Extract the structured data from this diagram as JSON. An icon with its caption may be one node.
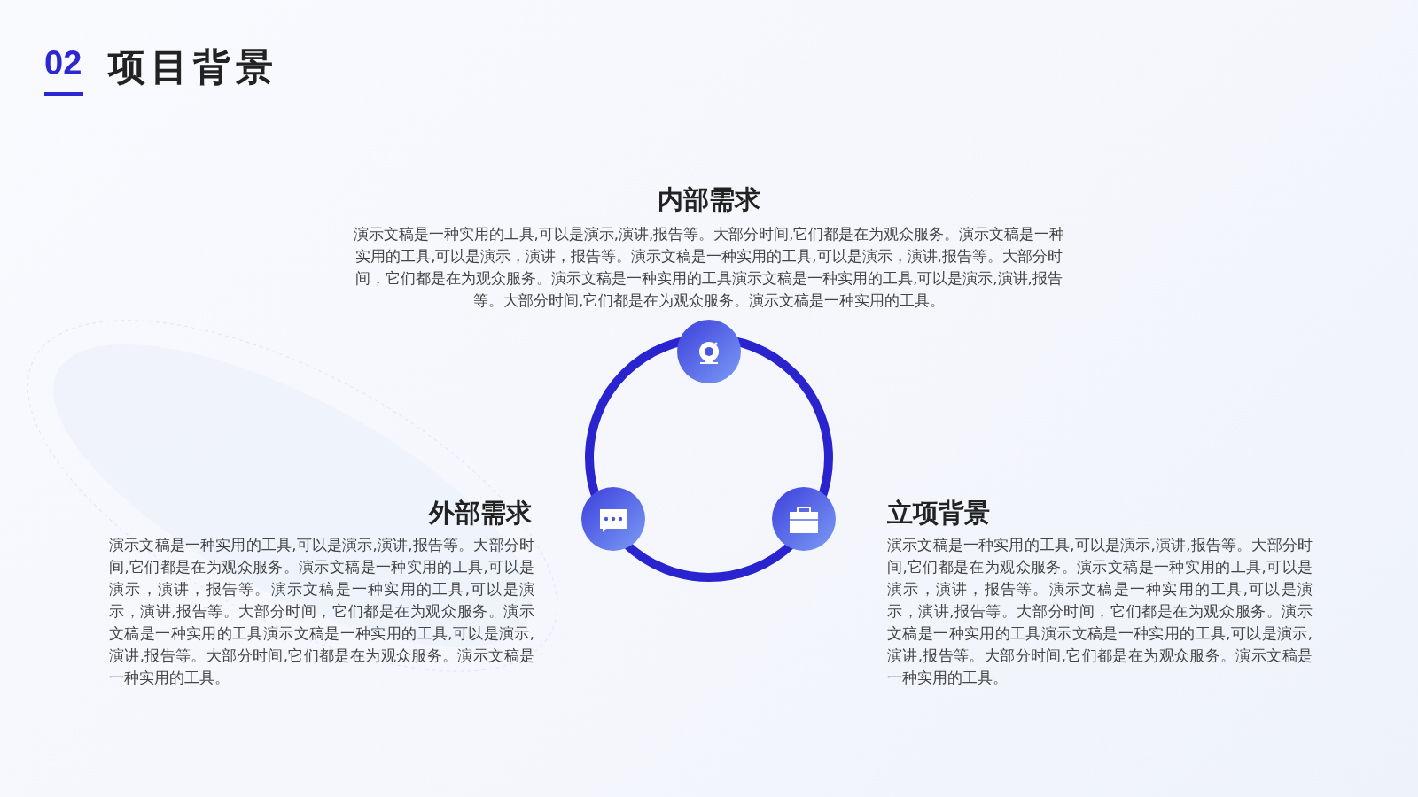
{
  "diagram": {
    "title": "项目背景",
    "labels": [
      "02",
      "内部需求",
      "演示文稿是一种实用的工具,可以是演示,演讲,报告等。大部分时间,它们都是在为观众服务。演示文稿是一种实用的工具,可以是演示，演讲，报告等。演示文稿是一种实用的工具,可以是演示，演讲,报告等。大部分时间，它们都是在为观众服务。演示文稿是一种实用的工具演示文稿是一种实用的工具,可以是演示,演讲,报告等。大部分时间,它们都是在为观众服务。演示文稿是一种实用的工具。",
      "外部需求",
      "演示文稿是一种实用的工具,可以是演示,演讲,报告等。大部分时间,它们都是在为观众服务。演示文稿是一种实用的工具,可以是演示，演讲，报告等。演示文稿是一种实用的工具,可以是演示，演讲,报告等。大部分时间，它们都是在为观众服务。演示文稿是一种实用的工具演示文稿是一种实用的工具,可以是演示,演讲,报告等。大部分时间,它们都是在为观众服务。演示文稿是一种实用的工具。",
      "立项背景",
      "演示文稿是一种实用的工具,可以是演示,演讲,报告等。大部分时间,它们都是在为观众服务。演示文稿是一种实用的工具,可以是演示，演讲，报告等。演示文稿是一种实用的工具,可以是演示，演讲,报告等。大部分时间，它们都是在为观众服务。演示文稿是一种实用的工具演示文稿是一种实用的工具,可以是演示,演讲,报告等。大部分时间,它们都是在为观众服务。演示文稿是一种实用的工具。"
    ]
  }
}
